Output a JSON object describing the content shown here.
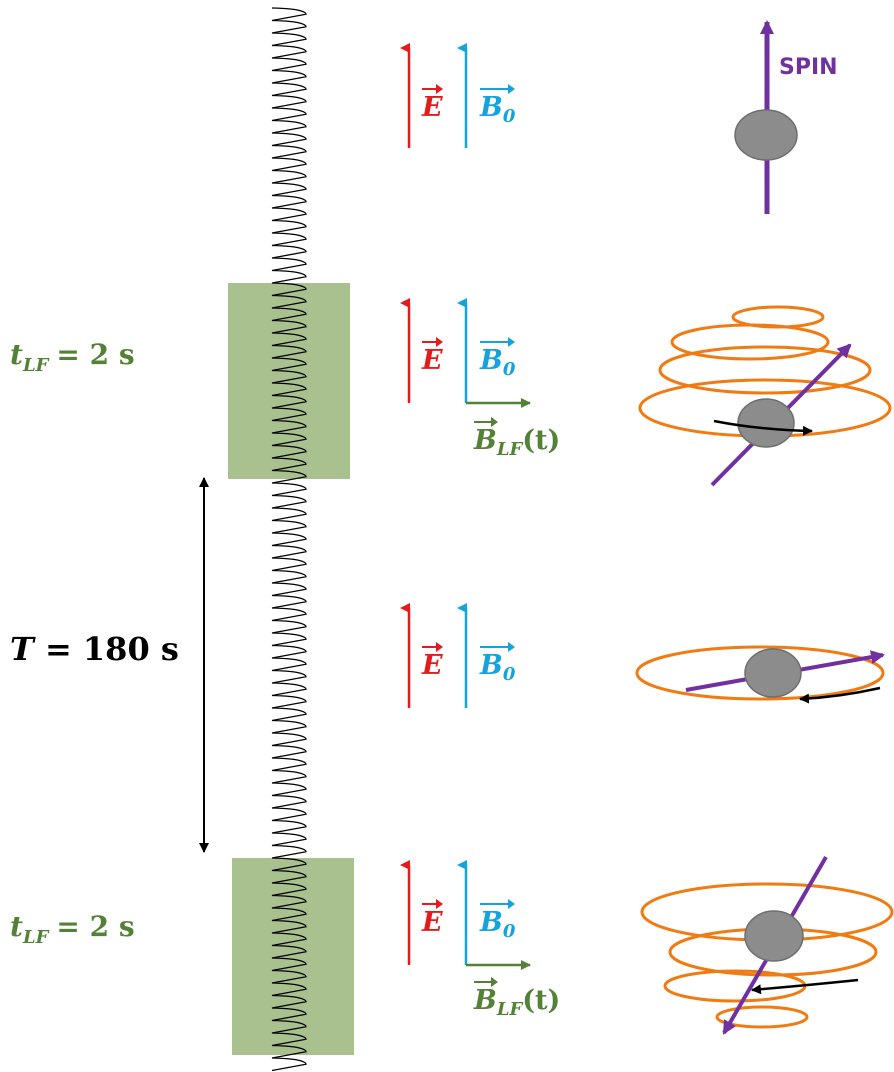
{
  "labels": {
    "t_lf_top": {
      "var": "t",
      "sub": "LF",
      "rest": "= 2 s"
    },
    "t_lf_bottom": {
      "var": "t",
      "sub": "LF",
      "rest": "= 2 s"
    },
    "period": {
      "var": "T",
      "rest": "= 180 s"
    },
    "spin": "SPIN"
  },
  "vectors": {
    "E": {
      "sym": "E",
      "sub": ""
    },
    "B0": {
      "sym": "B",
      "sub": "0"
    },
    "BLF": {
      "sym": "B",
      "sub": "LF",
      "tail": "(t)"
    }
  },
  "colors": {
    "green": "#538135",
    "green_box": "#a9c08f",
    "red": "#e31b1b",
    "blue": "#14a3dc",
    "purple": "#7030a0",
    "orange": "#f07b12",
    "gray": "#8c8c8c",
    "black": "#000000"
  }
}
